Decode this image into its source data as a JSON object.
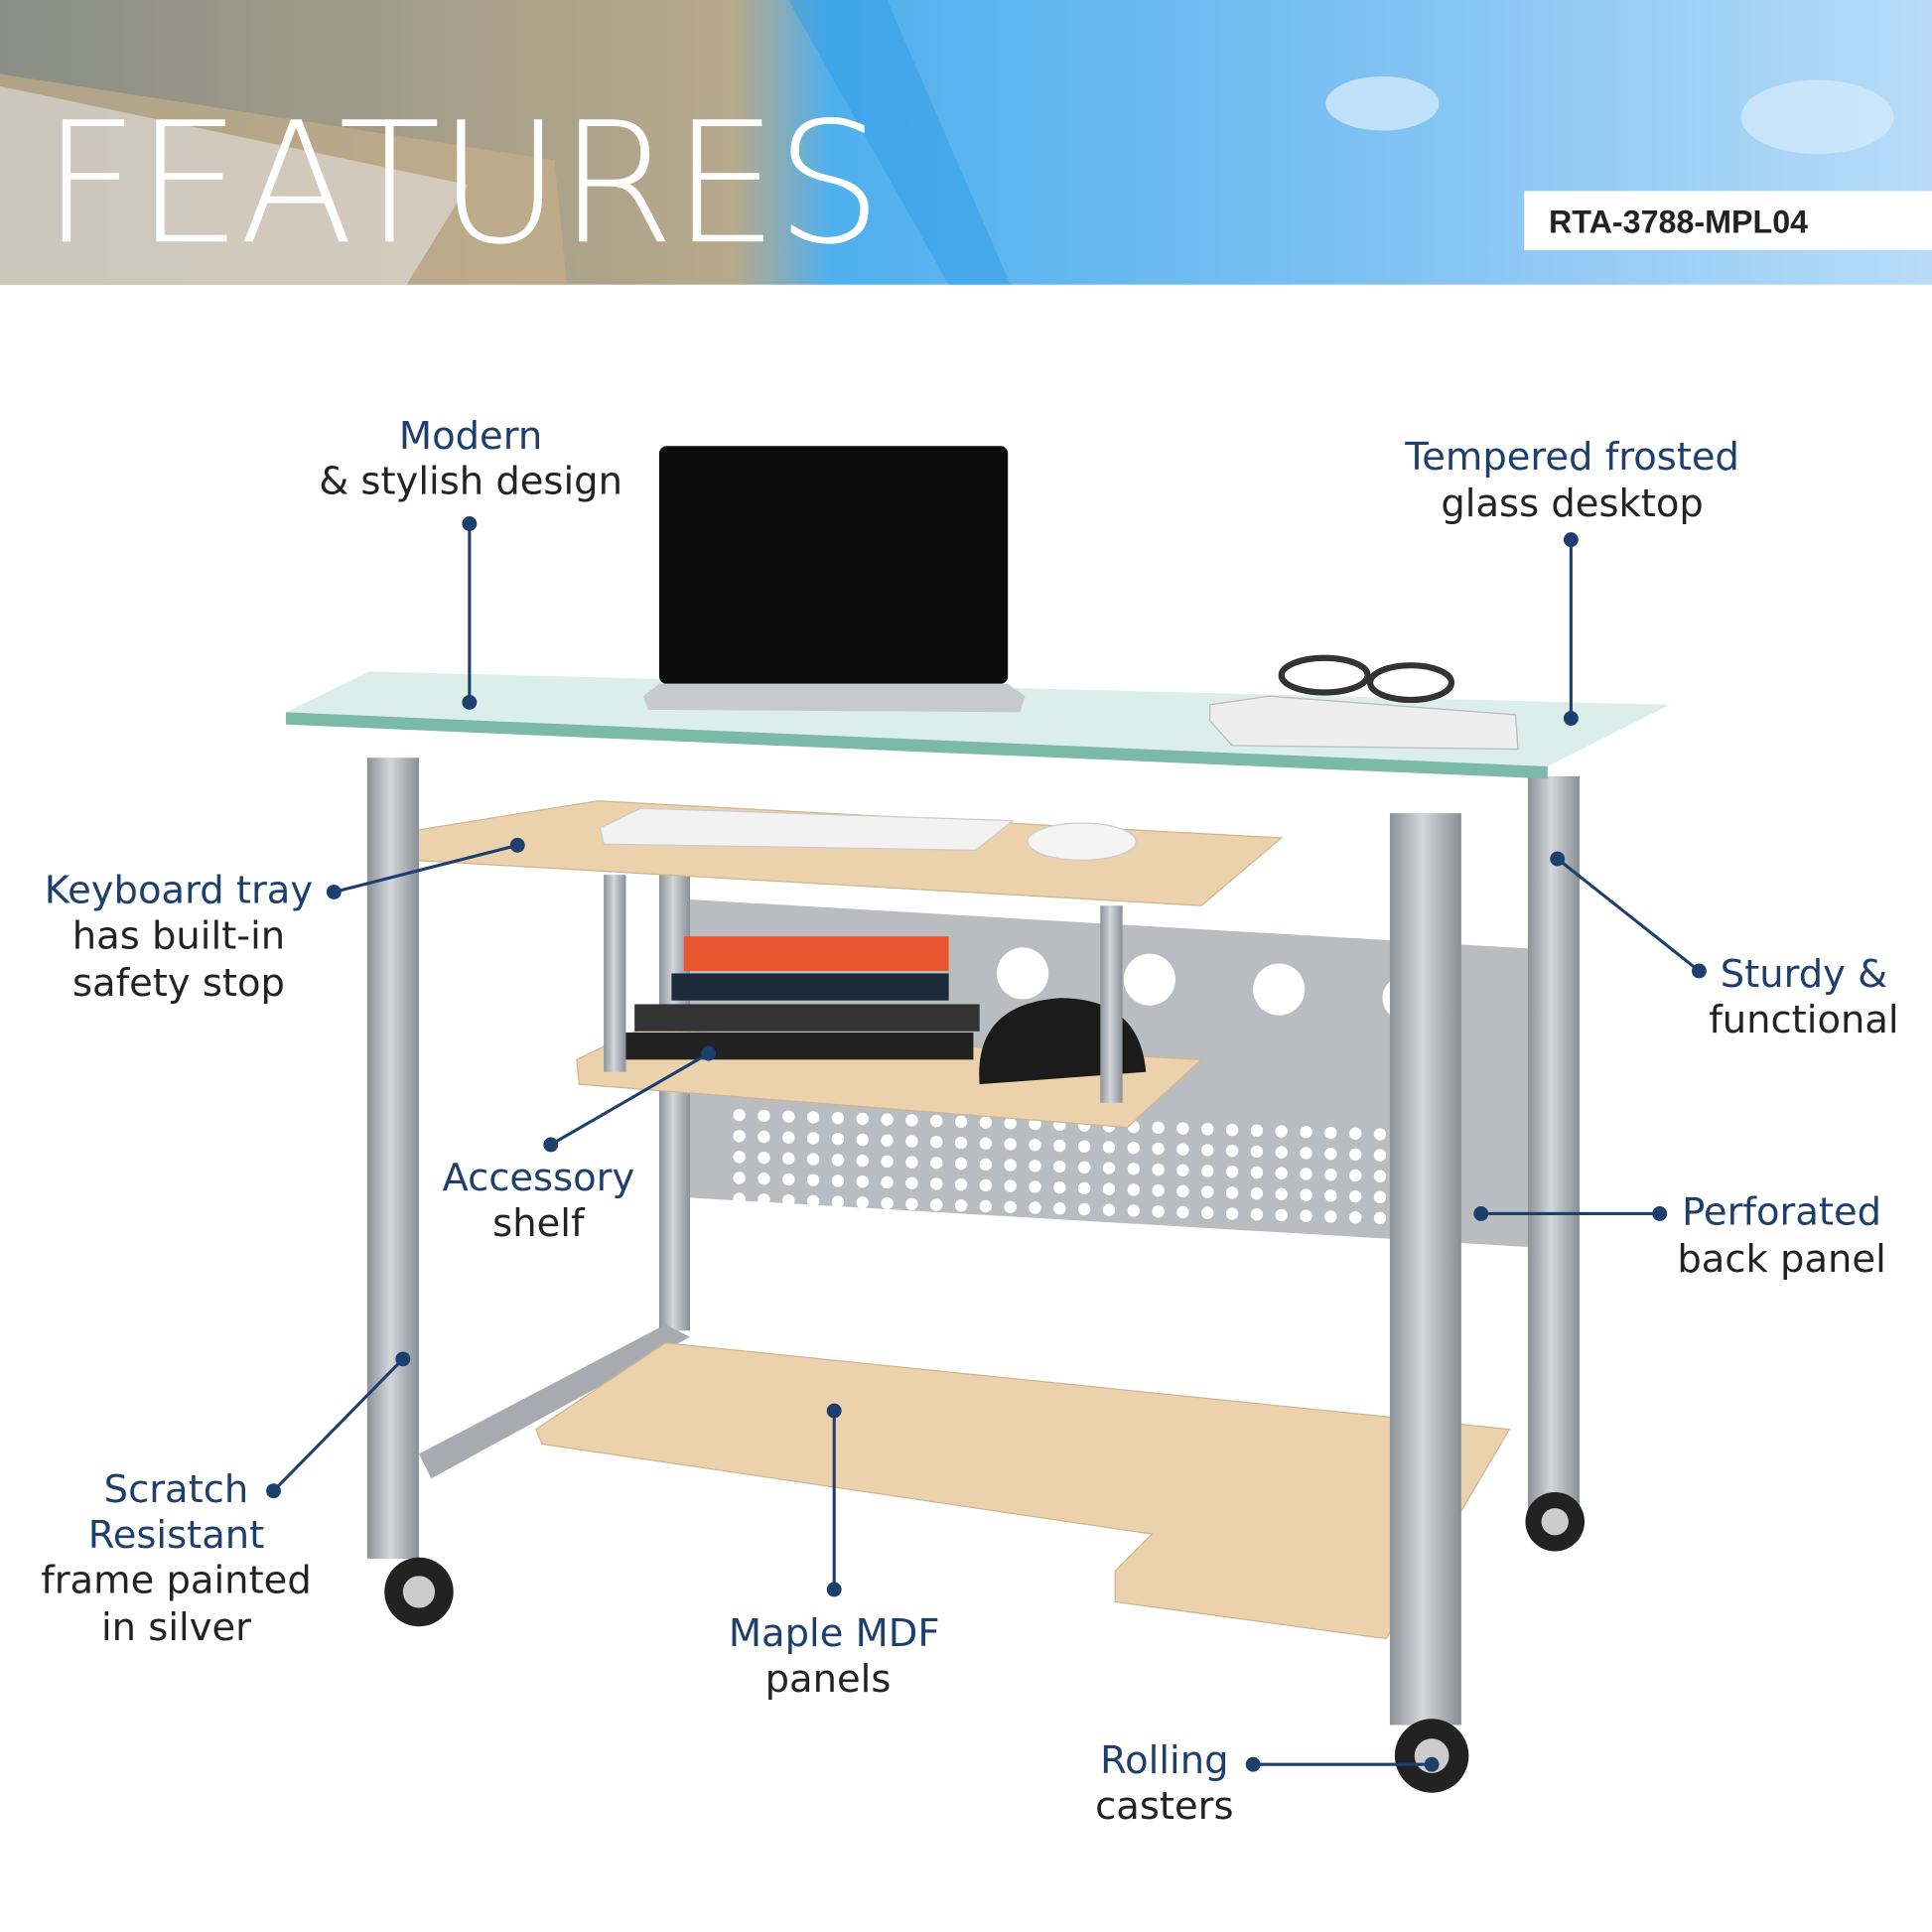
{
  "banner": {
    "title": "FEATURES",
    "model": "RTA-3788-MPL04"
  },
  "colors": {
    "accent": "#1c3f6e",
    "body_text": "#222222",
    "banner_blue": "#7cc0f2"
  },
  "callouts": [
    {
      "highlight": [
        "Modern"
      ],
      "text": [
        "& stylish design"
      ]
    },
    {
      "highlight": [
        "Tempered frosted"
      ],
      "text": [
        "glass desktop"
      ]
    },
    {
      "highlight": [
        "Keyboard tray"
      ],
      "text": [
        "has built-in",
        "safety stop"
      ]
    },
    {
      "highlight": [
        "Sturdy &"
      ],
      "text": [
        "functional"
      ]
    },
    {
      "highlight": [
        "Accessory"
      ],
      "text": [
        "shelf"
      ]
    },
    {
      "highlight": [
        "Perforated"
      ],
      "text": [
        "back panel"
      ]
    },
    {
      "highlight": [
        "Scratch",
        "Resistant"
      ],
      "text": [
        "frame painted",
        "in silver"
      ]
    },
    {
      "highlight": [
        "Maple MDF"
      ],
      "text": [
        "panels"
      ]
    },
    {
      "highlight": [
        "Rolling"
      ],
      "text": [
        "casters"
      ]
    }
  ]
}
